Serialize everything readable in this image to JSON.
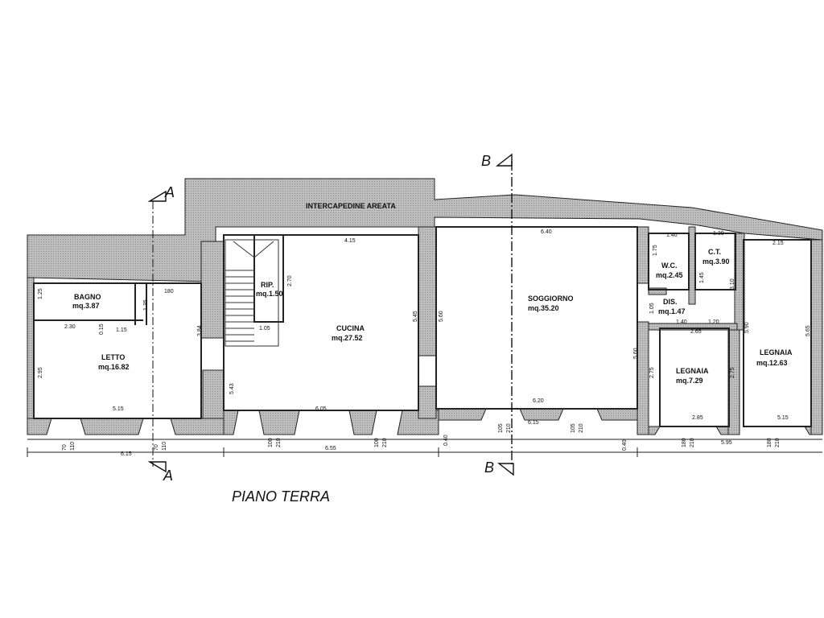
{
  "title": "PIANO TERRA",
  "corridor_label": "INTERCAPEDINE AREATA",
  "sections": {
    "a_top": "A",
    "a_bottom": "A",
    "b_top": "B",
    "b_bottom": "B"
  },
  "rooms": {
    "bagno": {
      "name": "BAGNO",
      "area": "mq.3.87"
    },
    "letto": {
      "name": "LETTO",
      "area": "mq.16.82"
    },
    "rip": {
      "name": "RIP.",
      "area": "mq.1.50"
    },
    "cucina": {
      "name": "CUCINA",
      "area": "mq.27.52"
    },
    "soggiorno": {
      "name": "SOGGIORNO",
      "area": "mq.35.20"
    },
    "wc": {
      "name": "W.C.",
      "area": "mq.2.45"
    },
    "ct": {
      "name": "C.T.",
      "area": "mq.3.90"
    },
    "dis": {
      "name": "DIS.",
      "area": "mq.1.47"
    },
    "legnaia1": {
      "name": "LEGNAIA",
      "area": "mq.7.29"
    },
    "legnaia2": {
      "name": "LEGNAIA",
      "area": "mq.12.63"
    }
  },
  "dimensions": {
    "d_415": "4.15",
    "d_640": "6.40",
    "d_140": "1.40",
    "d_130": "1.30",
    "d_215": "2.15",
    "d_125": "1.25",
    "d_180": "180",
    "d_135": "1.35",
    "d_230": "2.30",
    "d_015": "0.15",
    "d_115": "1.15",
    "d_384": "3.84",
    "d_270": "2.70",
    "d_105": "1.05",
    "d_545": "5.45",
    "d_560": "5.60",
    "d_175": "1.75",
    "d_145": "1.45",
    "d_310": "3.10",
    "d_108": "1.05",
    "d_140b": "1.40",
    "d_120": "1.20",
    "d_265": "2.65",
    "d_590": "5.90",
    "d_565": "5.65",
    "d_295": "2.95",
    "d_543": "5.43",
    "d_560b": "5.60",
    "d_275": "2.75",
    "d_275b": "2.75",
    "d_515": "5.15",
    "d_605": "6.05",
    "d_620": "6.20",
    "d_285": "2.85",
    "d_515b": "5.15",
    "d_70": "70",
    "d_110": "110",
    "d_70b": "70",
    "d_110b": "110",
    "d_100": "100",
    "d_210": "210",
    "d_100b": "100",
    "d_210b": "210",
    "d_105b": "105",
    "d_210c": "210",
    "d_105c": "105",
    "d_210d": "210",
    "d_210e": "210",
    "d_180b": "180",
    "d_210f": "210",
    "d_615": "6.15",
    "d_655": "6.55",
    "d_615b": "6.15",
    "d_595": "5.95",
    "d_040": "0.40",
    "d_040b": "0.40"
  }
}
